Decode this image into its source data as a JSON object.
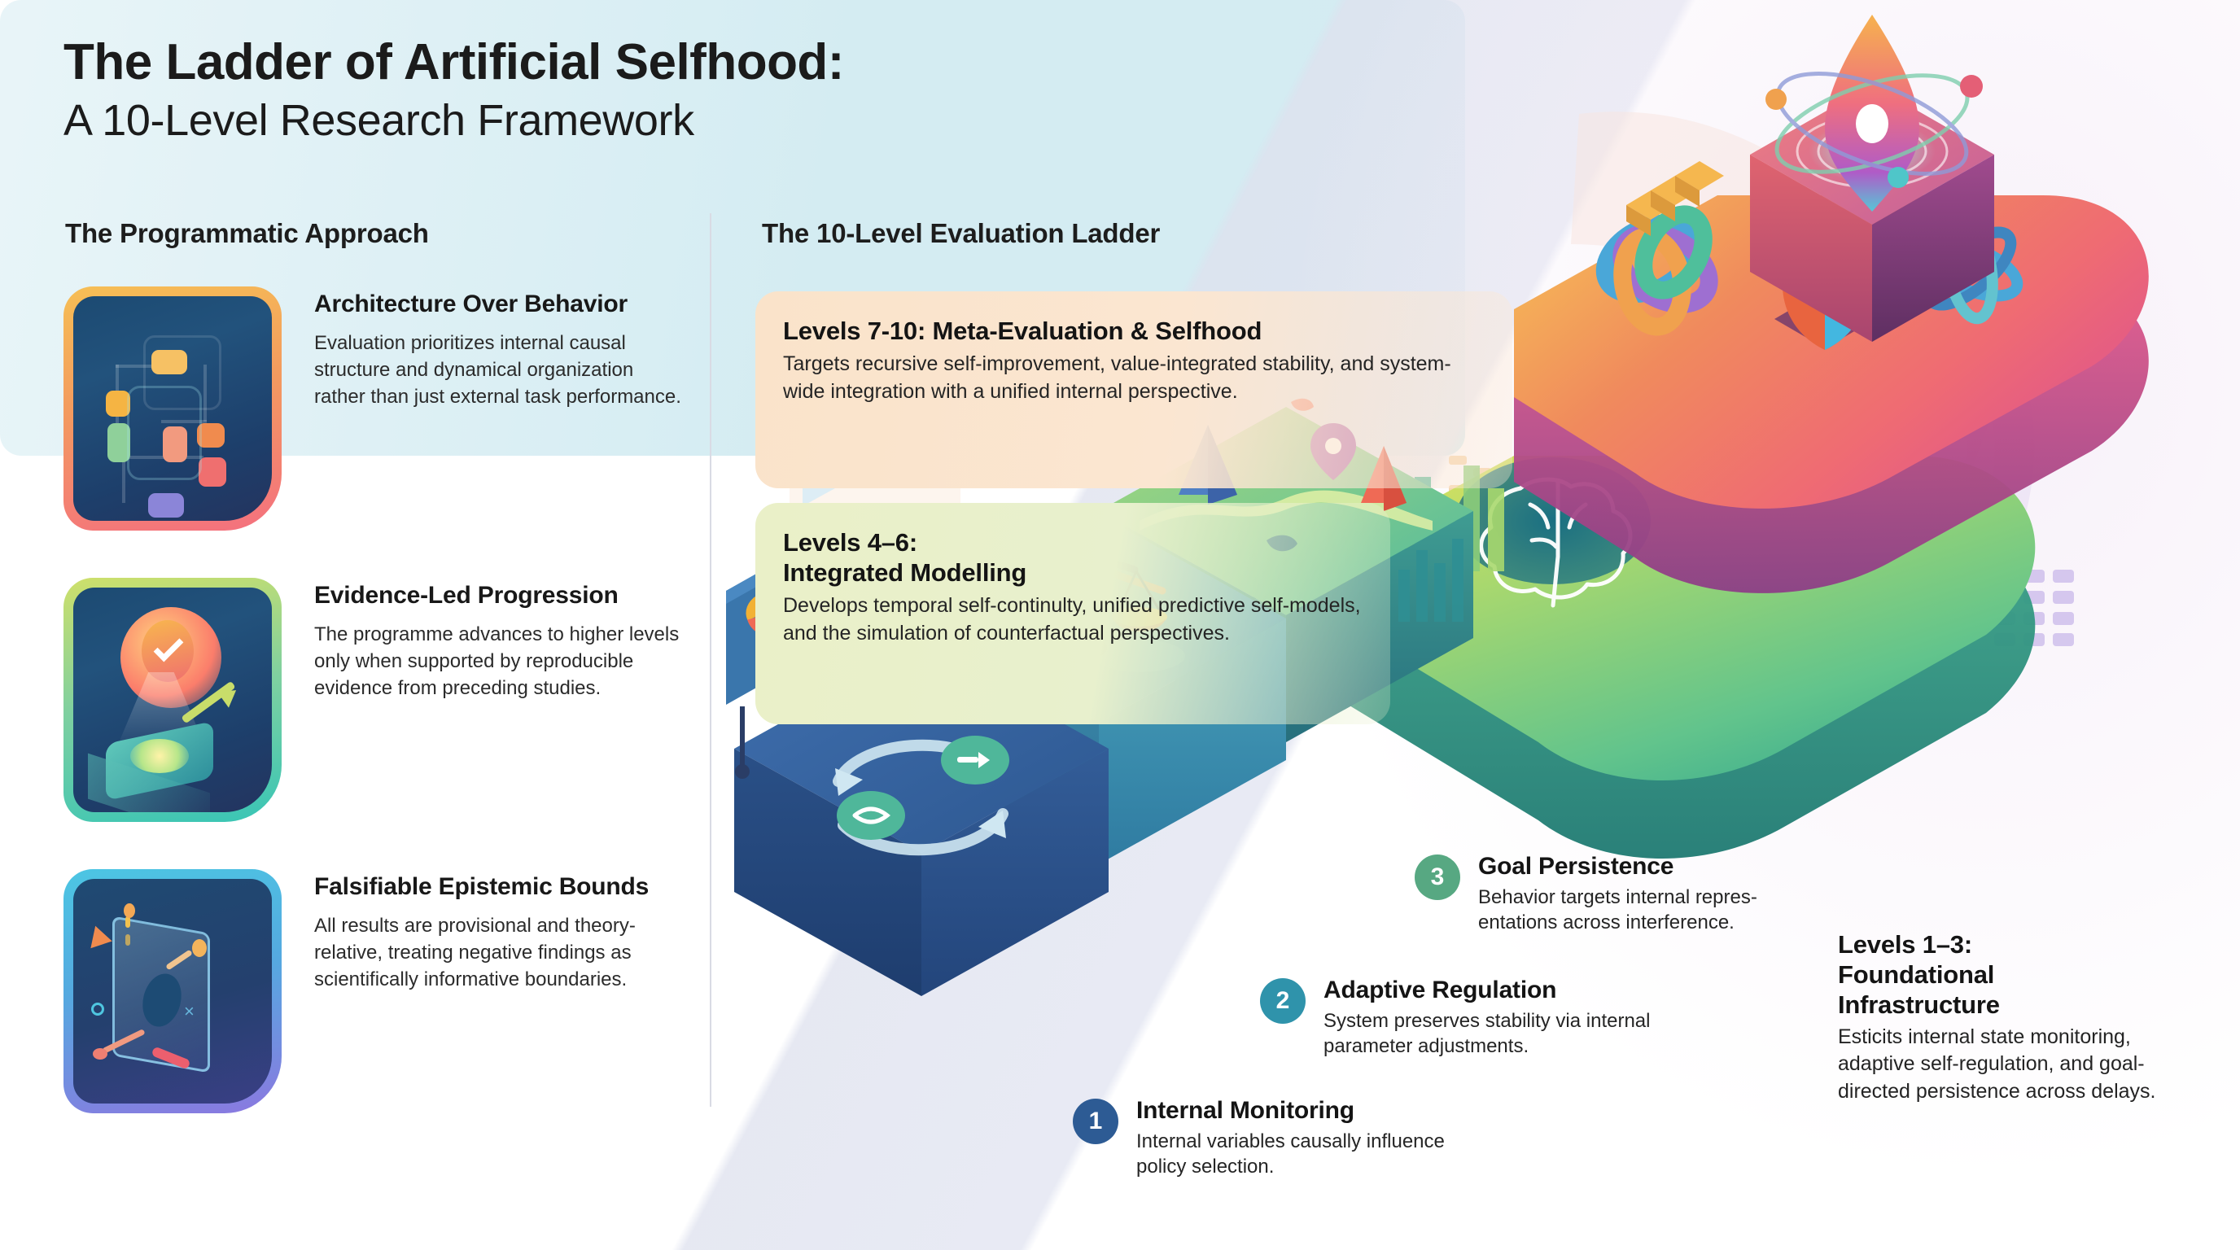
{
  "header": {
    "title_line1": "The Ladder of Artificial Selfhood:",
    "title_line2": "A 10-Level Research Framework"
  },
  "left_section": {
    "heading": "The Programmatic Approach",
    "cards": [
      {
        "icon_name": "architecture-network-icon",
        "title": "Architecture Over Behavior",
        "body": "Evaluation prioritizes internal causal structure and dynamical organization rather than just external task performance."
      },
      {
        "icon_name": "evidence-checkmark-icon",
        "title": "Evidence-Led Progression",
        "body": "The programme advances to higher levels only when supported by reproducible evidence from preceding studies."
      },
      {
        "icon_name": "falsifiable-pane-icon",
        "title": "Falsifiable Epistemic Bounds",
        "body": "All results are provisional and theory-relative, treating negative findings as scientifically informative boundaries."
      }
    ]
  },
  "right_section": {
    "heading": "The 10-Level Evaluation Ladder",
    "panels": [
      {
        "title": "Levels 7-10: Meta-Evaluation & Selfhood",
        "body": "Targets recursive self-improvement, value-integrated stability, and system-wide integration with a unified internal perspective.",
        "color": "#FAE3CA"
      },
      {
        "title_line1": "Levels 4–6:",
        "title_line2": "Integrated Modelling",
        "body": "Develops temporal self-continulty, unified predictive self-models, and the simulation of counterfactual perspectives.",
        "color": "#EAF0C8"
      },
      {
        "title_line1": "Levels 1–3:",
        "title_line2": "Foundational",
        "title_line3": "Infrastructure",
        "body": "Esticits internal state monitoring, adaptive self-regulation, and goal-directed persistence across delays.",
        "color": "#D3EAF1"
      }
    ],
    "steps": [
      {
        "number": "1",
        "title": "Internal Monitoring",
        "body": "Internal variables causally influence policy selection.",
        "badge_color": "#2d5b94"
      },
      {
        "number": "2",
        "title": "Adaptive Regulation",
        "body": "System preserves stability via internal parameter adjustments.",
        "badge_color": "#2f93ab"
      },
      {
        "number": "3",
        "title": "Goal Persistence",
        "body": "Behavior targets internal repres-entations across interference.",
        "badge_color": "#57a882"
      }
    ]
  },
  "illustration": {
    "name": "isometric-selfhood-ladder",
    "elements": [
      "step-platform-blue-cycle-icon",
      "step-platform-teal-balance-scale-icon",
      "step-platform-green-terrain-map-icon",
      "plateau-green-brain-icon",
      "plateau-orange-knot-icon",
      "plateau-orange-shield-icon",
      "plateau-orange-atom-icon",
      "summit-cube-beacon-pin-icon",
      "orbit-rings-icon",
      "dashboard-chart-panel-icon",
      "bar-chart-icon",
      "line-chart-panel-icon"
    ]
  }
}
